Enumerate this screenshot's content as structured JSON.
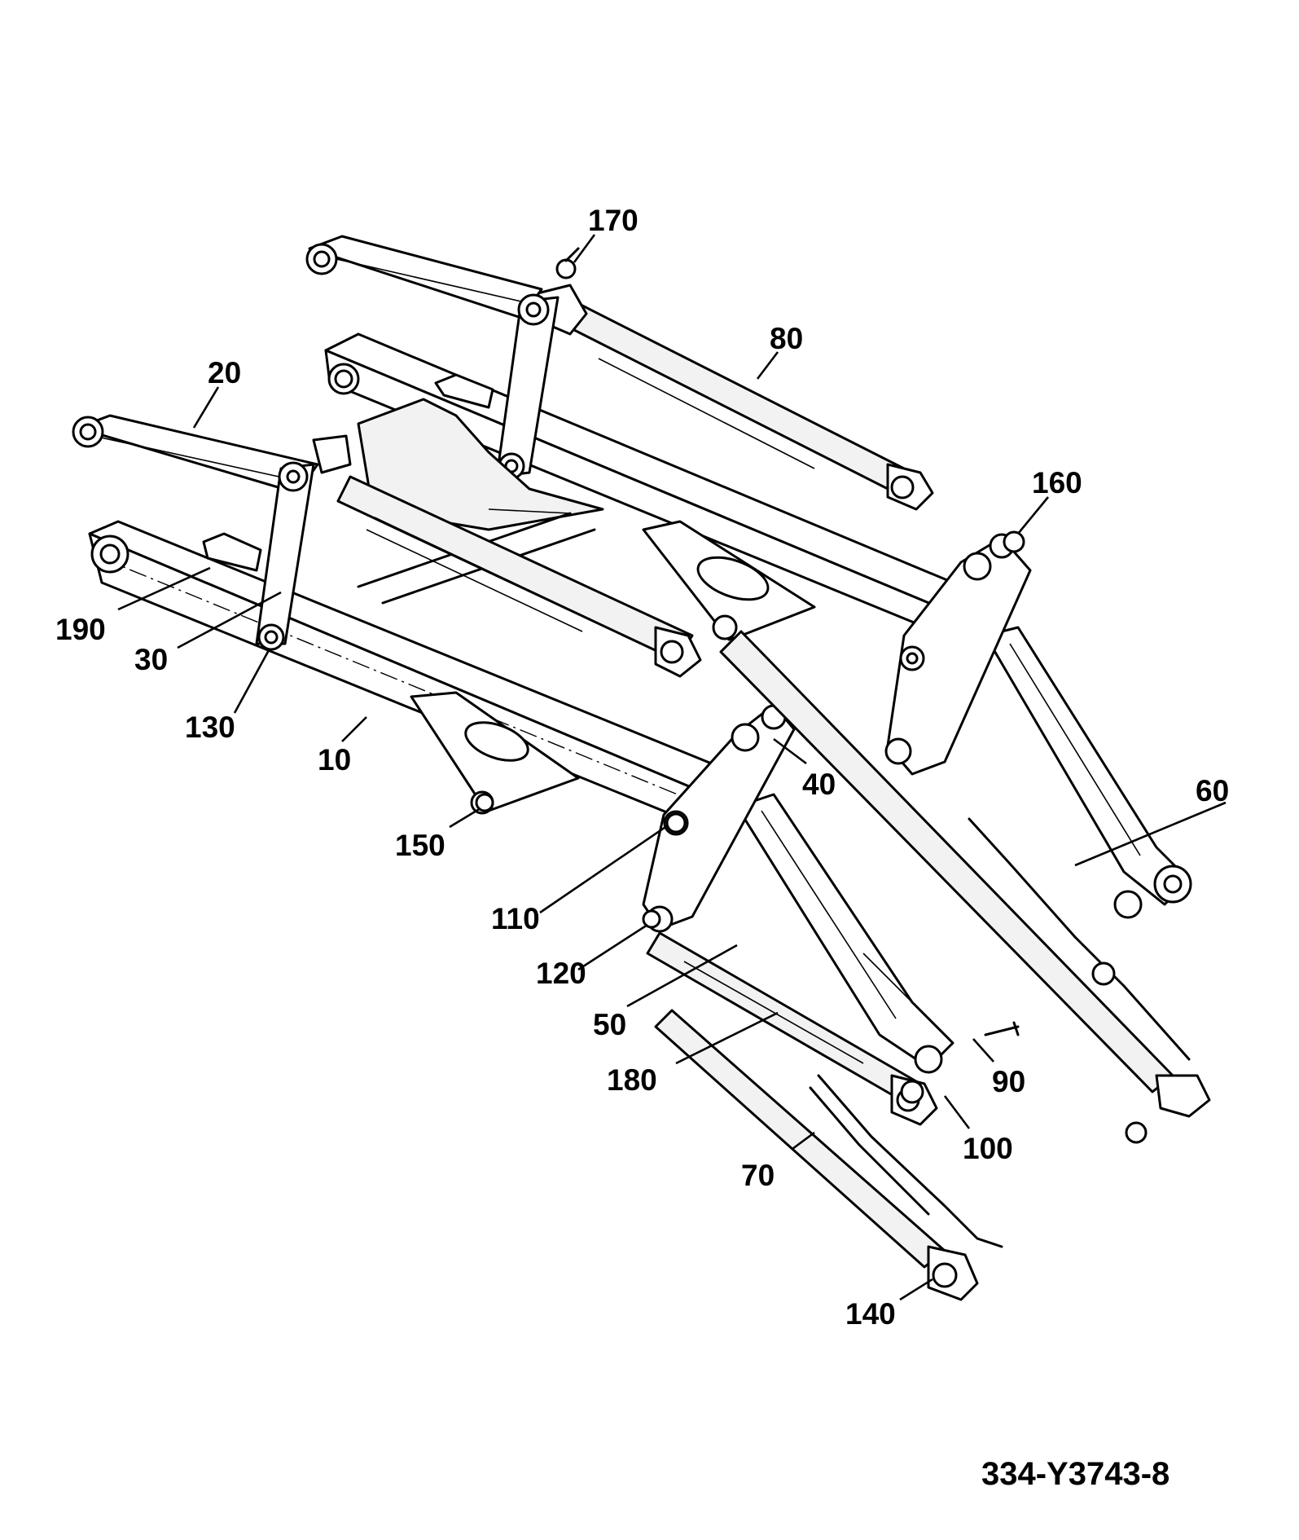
{
  "diagram": {
    "callouts": {
      "c10": "10",
      "c20": "20",
      "c30": "30",
      "c40": "40",
      "c50": "50",
      "c60": "60",
      "c70": "70",
      "c80": "80",
      "c90": "90",
      "c100": "100",
      "c110": "110",
      "c120": "120",
      "c130": "130",
      "c140": "140",
      "c150": "150",
      "c160": "160",
      "c170": "170",
      "c180": "180",
      "c190": "190"
    },
    "reference_code": "334-Y3743-8"
  }
}
